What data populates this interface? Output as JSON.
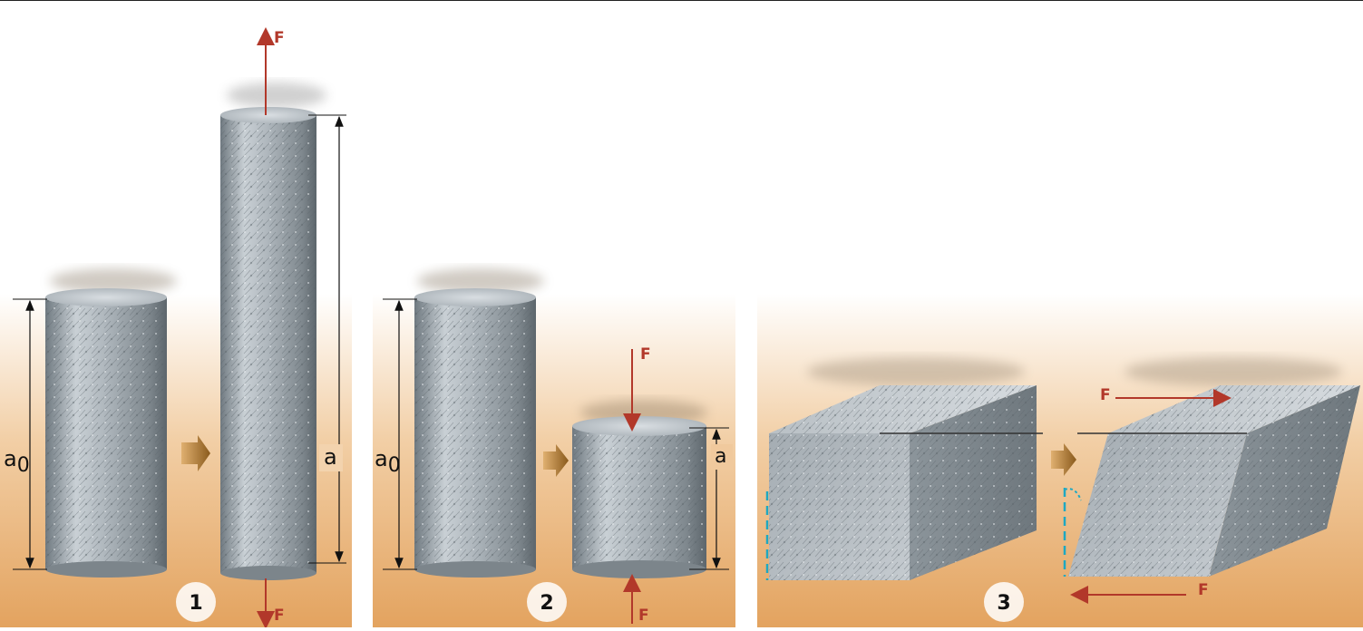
{
  "colors": {
    "background": "#ffffff",
    "panel_gradient_top": "#ffffff",
    "panel_gradient_bottom": "#e3a35f",
    "force_arrow": "#b2382a",
    "dimension_line": "#111111",
    "material": "#9aa3aa",
    "shear_indicator": "#1ea8c2",
    "step_arrow": "#8a5a1c"
  },
  "panels": [
    {
      "number": "1",
      "initial_label_main": "a",
      "initial_label_sub": "0",
      "final_label": "a",
      "force_top": "F",
      "force_bottom": "F"
    },
    {
      "number": "2",
      "initial_label_main": "a",
      "initial_label_sub": "0",
      "final_label": "a",
      "force_top": "F",
      "force_bottom": "F"
    },
    {
      "number": "3",
      "force_top": "F",
      "force_bottom": "F"
    }
  ]
}
